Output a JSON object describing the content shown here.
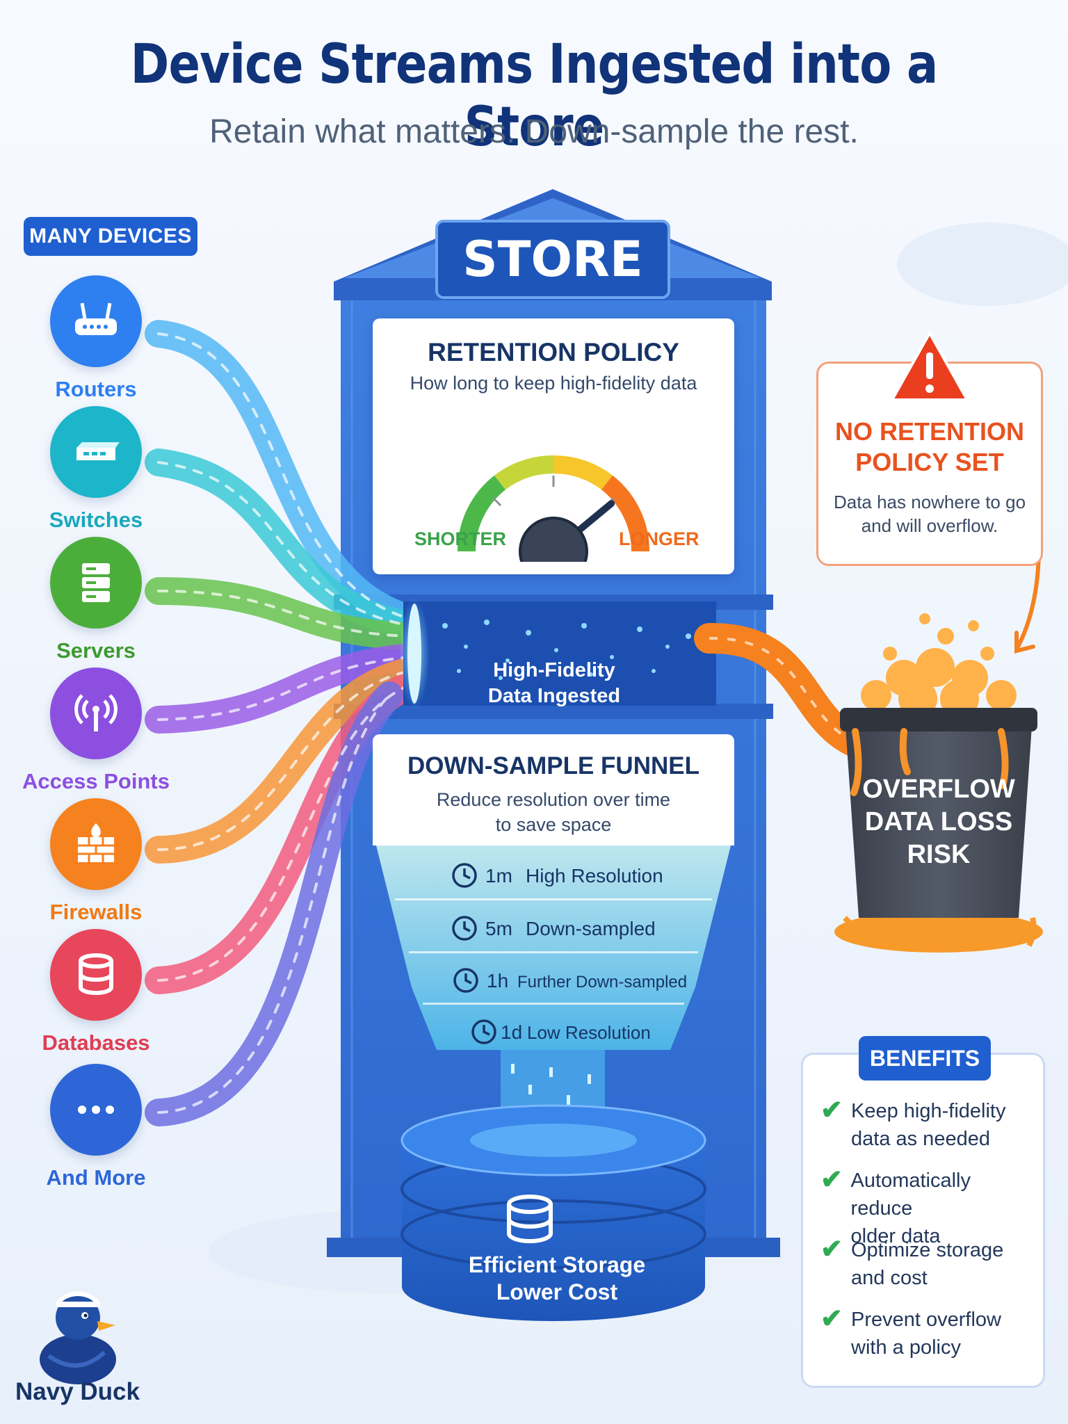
{
  "header": {
    "title": "Device Streams Ingested into a Store",
    "subtitle": "Retain what matters. Down-sample the rest."
  },
  "devices": {
    "badge": "MANY DEVICES",
    "items": [
      {
        "label": "Routers",
        "icon": "router-icon",
        "color": "#2e7ff0"
      },
      {
        "label": "Switches",
        "icon": "switch-icon",
        "color": "#1cb5c9"
      },
      {
        "label": "Servers",
        "icon": "server-icon",
        "color": "#4cae3a"
      },
      {
        "label": "Access Points",
        "icon": "access-point-icon",
        "color": "#8c4fe0"
      },
      {
        "label": "Firewalls",
        "icon": "firewall-icon",
        "color": "#f5811f"
      },
      {
        "label": "Databases",
        "icon": "database-icon",
        "color": "#e8465a"
      },
      {
        "label": "And More",
        "icon": "more-icon",
        "color": "#2e66d8"
      }
    ]
  },
  "store": {
    "roof_label": "STORE",
    "retention": {
      "title": "RETENTION POLICY",
      "subtitle": "How long to keep high-fidelity data",
      "left_label": "SHORTER",
      "right_label": "LONGER",
      "gauge_level": 0.78
    },
    "ingest_label_line1": "High-Fidelity",
    "ingest_label_line2": "Data Ingested",
    "funnel": {
      "title": "DOWN-SAMPLE FUNNEL",
      "subtitle_line1": "Reduce resolution over time",
      "subtitle_line2": "to save space",
      "tiers": [
        {
          "interval": "1m",
          "label": "High Resolution"
        },
        {
          "interval": "5m",
          "label": "Down-sampled"
        },
        {
          "interval": "1h",
          "label": "Further Down-sampled"
        },
        {
          "interval": "1d",
          "label": "Low Resolution"
        }
      ]
    },
    "storage_line1": "Efficient Storage",
    "storage_line2": "Lower Cost"
  },
  "warning": {
    "title_line1": "NO RETENTION",
    "title_line2": "POLICY SET",
    "text_line1": "Data has nowhere to go",
    "text_line2": "and will overflow."
  },
  "overflow": {
    "line1": "OVERFLOW",
    "line2": "DATA LOSS",
    "line3": "RISK"
  },
  "benefits": {
    "badge": "BENEFITS",
    "items": [
      {
        "line1": "Keep high-fidelity",
        "line2": "data as needed"
      },
      {
        "line1": "Automatically reduce",
        "line2": "older data"
      },
      {
        "line1": "Optimize storage",
        "line2": "and cost"
      },
      {
        "line1": "Prevent overflow",
        "line2": "with a policy"
      }
    ]
  },
  "brand": {
    "name": "Navy Duck"
  }
}
